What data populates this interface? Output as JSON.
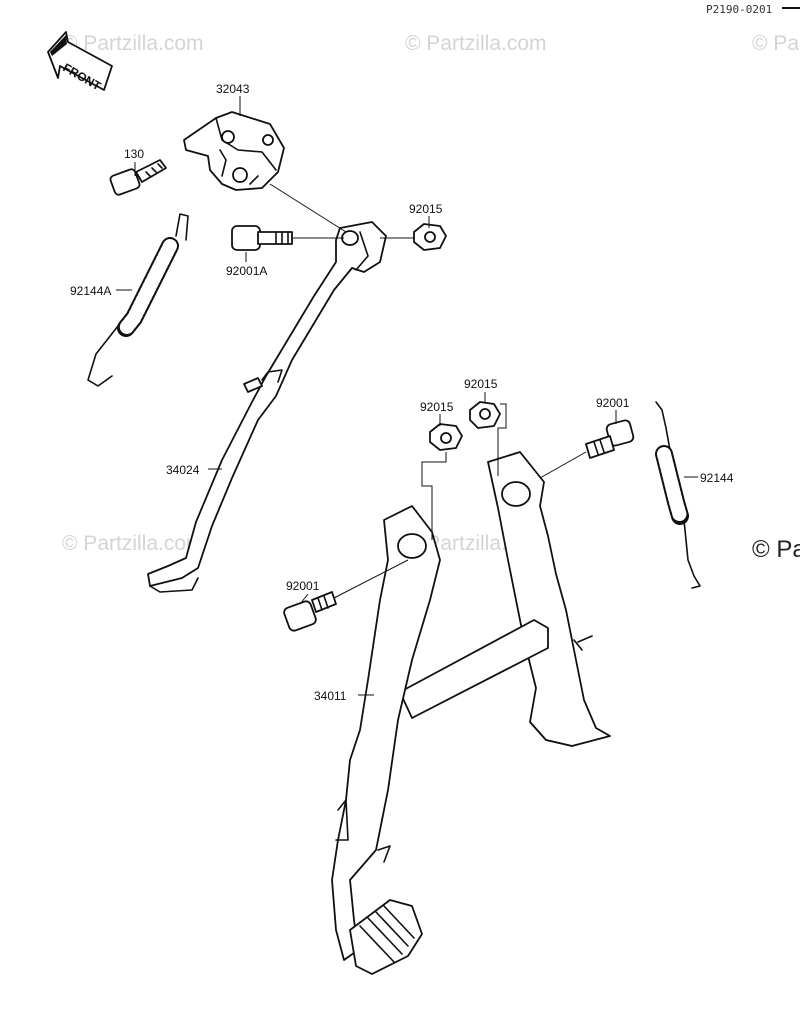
{
  "diagram": {
    "page_code": "P2190-0201",
    "front_arrow_label": "FRONT",
    "watermark_text": "© Partzilla.com",
    "watermark_partial": "© Pa",
    "parts": {
      "p32043": "32043",
      "p130": "130",
      "p92015_top": "92015",
      "p92001A": "92001A",
      "p92144A": "92144A",
      "p34024": "34024",
      "p92015_mid_right": "92015",
      "p92015_mid_left": "92015",
      "p92001_right": "92001",
      "p92144": "92144",
      "p92001_left": "92001",
      "p34011": "34011"
    }
  }
}
